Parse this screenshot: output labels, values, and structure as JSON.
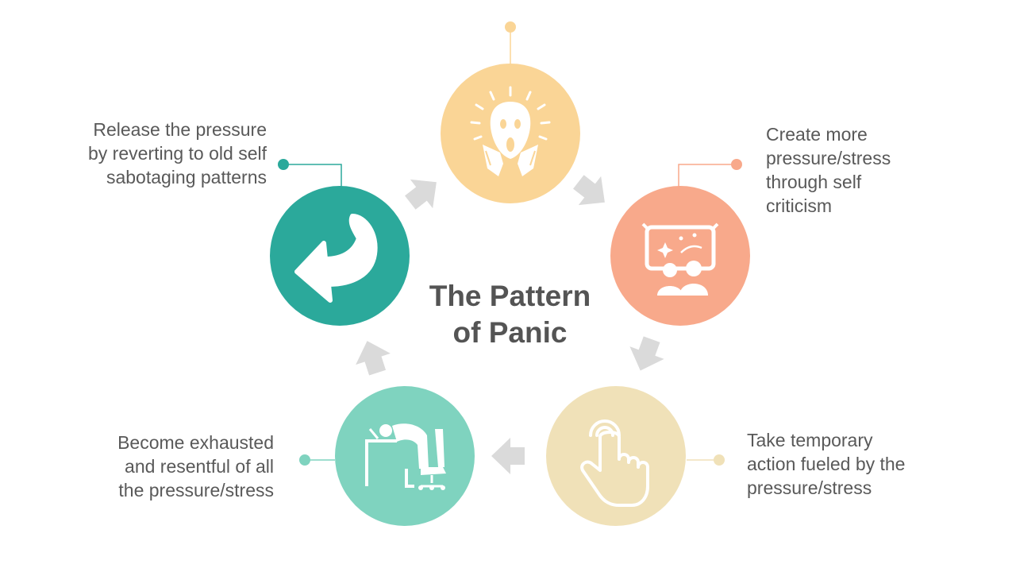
{
  "title": "The Pattern\nof Panic",
  "colors": {
    "top": "#FAD596",
    "right": "#F8A98B",
    "bottom_right": "#F0E1B8",
    "bottom_left": "#7FD3BF",
    "left": "#2BA99B",
    "arrow": "#DADADA"
  },
  "steps": [
    {
      "id": "panic-face",
      "icon": "screaming-face-icon",
      "label": ""
    },
    {
      "id": "self-criticism",
      "icon": "criticism-board-icon",
      "label": "Create more\npressure/stress\nthrough self\ncriticism"
    },
    {
      "id": "temporary-action",
      "icon": "tapping-hand-icon",
      "label": "Take temporary\naction fueled by the\npressure/stress"
    },
    {
      "id": "exhausted",
      "icon": "exhausted-worker-icon",
      "label": "Become exhausted\nand resentful of all\nthe pressure/stress"
    },
    {
      "id": "release",
      "icon": "return-arrow-icon",
      "label": "Release the pressure\nby reverting to old self\nsabotaging patterns"
    }
  ]
}
